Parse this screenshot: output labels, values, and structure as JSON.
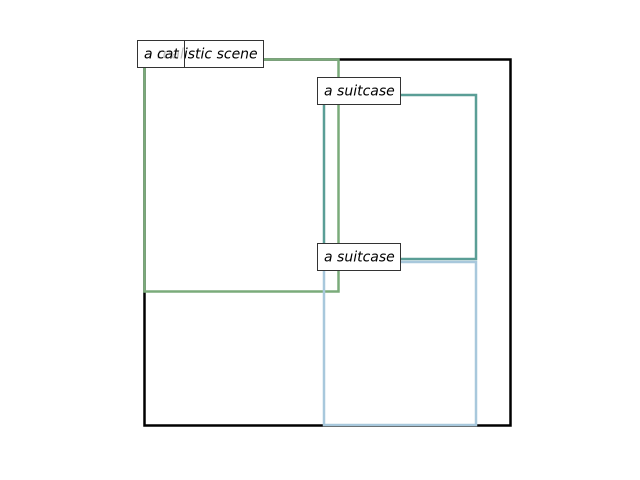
{
  "boxes": [
    {
      "id": "scene",
      "label": "a realistic scene",
      "color": "#000000"
    },
    {
      "id": "cat",
      "label": "a cat",
      "color": "#7aab7a"
    },
    {
      "id": "suitcase_top",
      "label": "a suitcase",
      "color": "#5a9e96"
    },
    {
      "id": "suitcase_bottom",
      "label": "a suitcase",
      "color": "#a8c8dc"
    }
  ]
}
